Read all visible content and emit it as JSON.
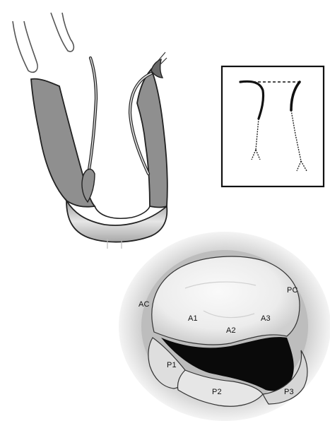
{
  "valve_labels": {
    "ac": "AC",
    "pc": "PC",
    "a1": "A1",
    "a2": "A2",
    "a3": "A3",
    "p1": "P1",
    "p2": "P2",
    "p3": "P3"
  }
}
